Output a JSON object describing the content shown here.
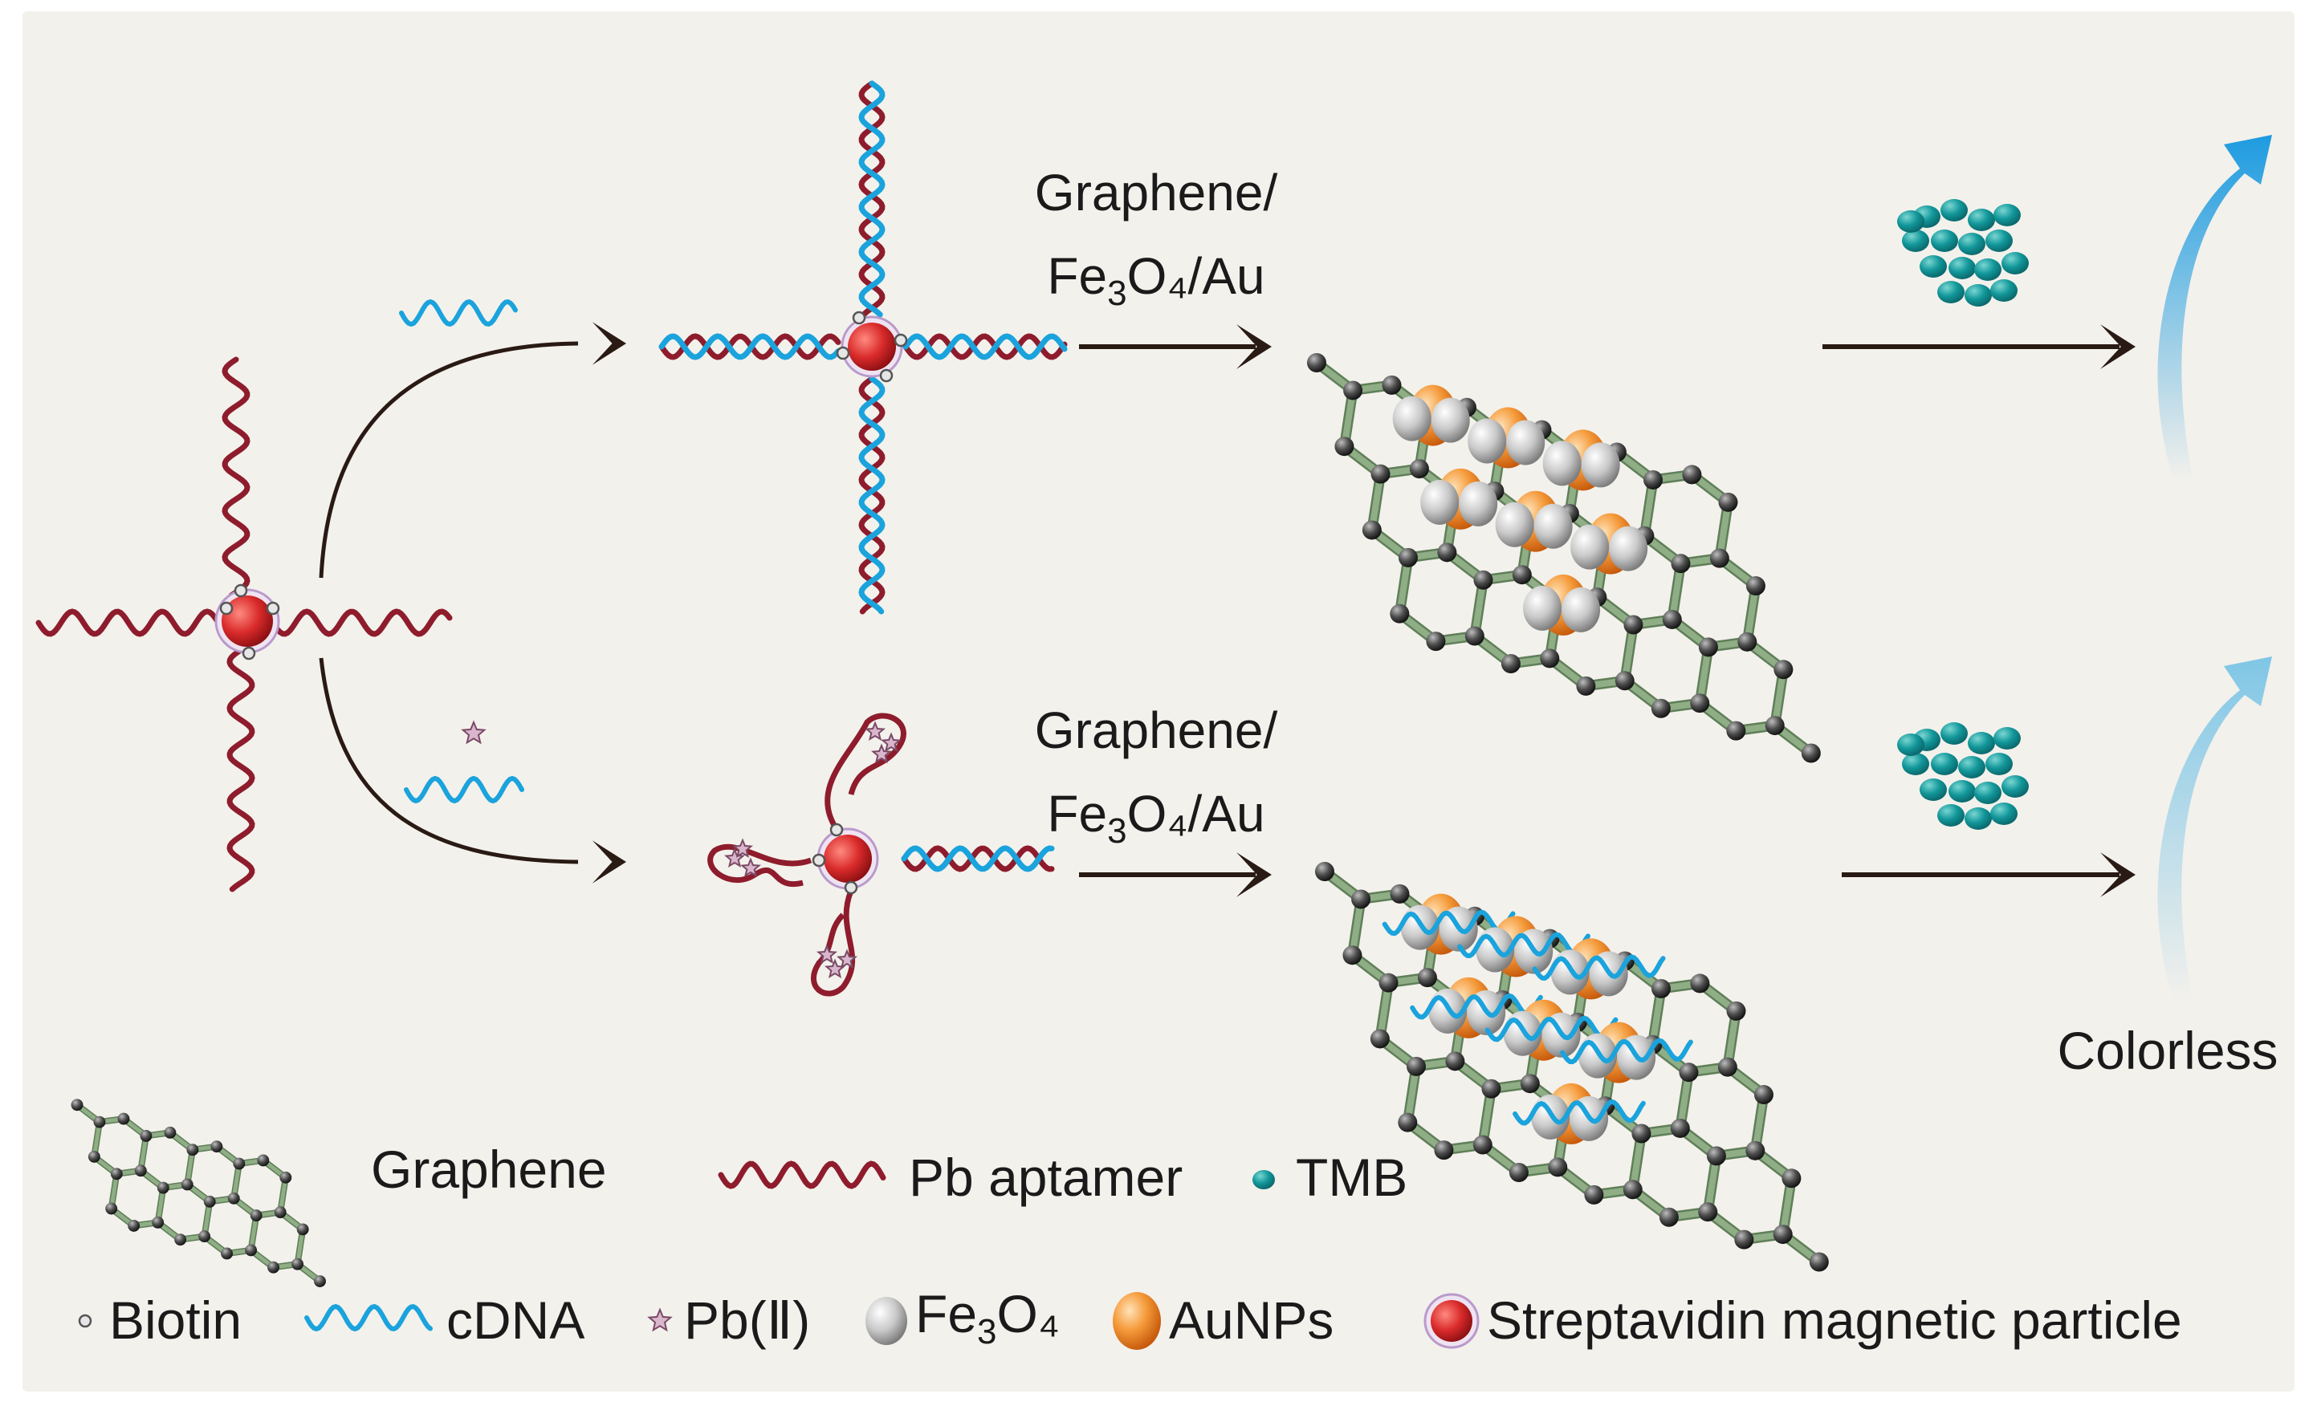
{
  "labels": {
    "top_step": {
      "line1": "Graphene/",
      "line2_fe": "Fe",
      "line2_sub": "3",
      "line2_rest": "O₄/Au"
    },
    "bottom_step": {
      "line1": "Graphene/",
      "line2_fe": "Fe",
      "line2_sub": "3",
      "line2_rest": "O₄/Au"
    },
    "colorless": "Colorless"
  },
  "legend": {
    "graphene": "Graphene",
    "pb_aptamer": "Pb aptamer",
    "tmb": "TMB",
    "biotin": "Biotin",
    "cdna": "cDNA",
    "pb2": "Pb(Ⅱ)",
    "fe3o4_fe": "Fe",
    "fe3o4_sub": "3",
    "fe3o4_rest": "O₄",
    "aunps": "AuNPs",
    "streptavidin": "Streptavidin magnetic particle"
  },
  "colors": {
    "background": "#f3f1ec",
    "aptamer": "#8e1c2c",
    "cdna": "#1aa3dc",
    "particle": "#d92a2a",
    "tmb": "#12979a",
    "lattice_bond": "#8fae86",
    "lattice_atom": "#4d4d4d",
    "gold": "#f59a3a",
    "fe3o4": "#c9c9c9",
    "arrow": "#2a1a14",
    "blue_arrow": "#1d9be0",
    "light_blue_arrow": "#7fc6e6"
  }
}
